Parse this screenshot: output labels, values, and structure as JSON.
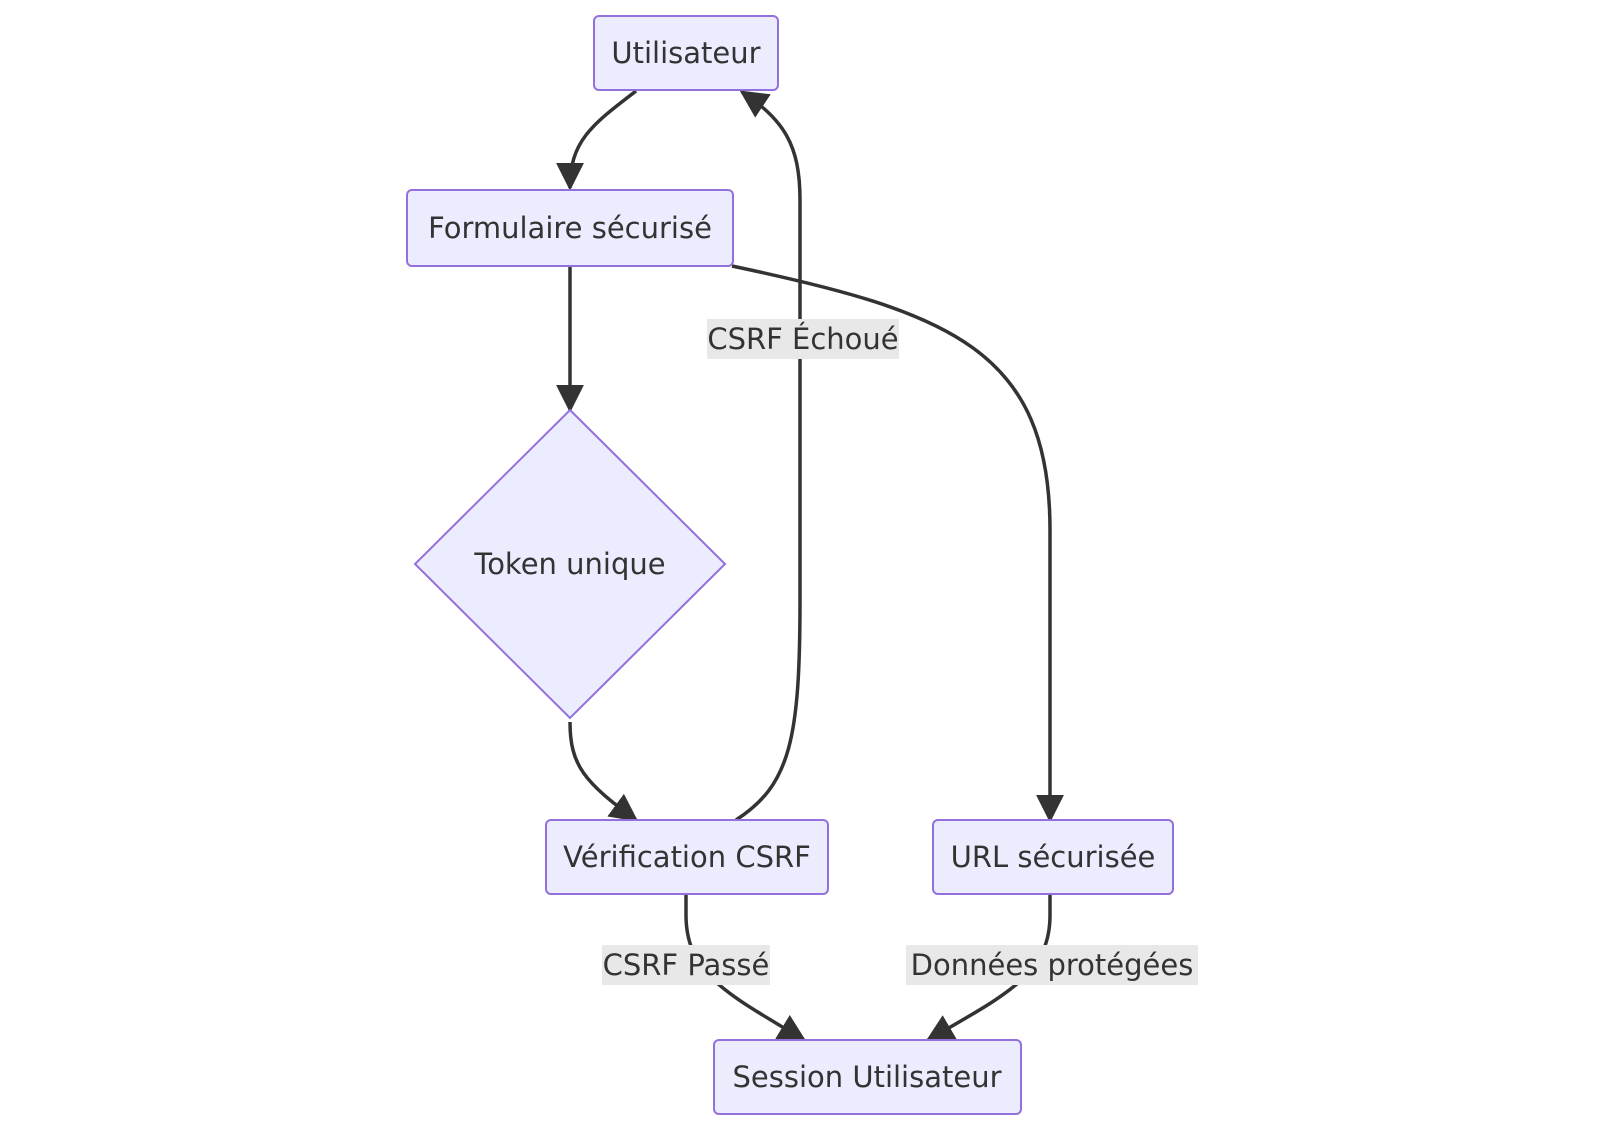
{
  "diagram": {
    "nodes": {
      "utilisateur": "Utilisateur",
      "formulaire": "Formulaire sécurisé",
      "token": "Token unique",
      "verification": "Vérification CSRF",
      "url": "URL sécurisée",
      "session": "Session Utilisateur"
    },
    "edges": {
      "csrf_echoue": "CSRF Échoué",
      "csrf_passe": "CSRF Passé",
      "donnees_protegees": "Données protégées"
    },
    "colors": {
      "node_fill": "#ECECFF",
      "node_stroke": "#9370DB",
      "edge": "#333333",
      "label_bg": "#E8E8E8"
    }
  }
}
